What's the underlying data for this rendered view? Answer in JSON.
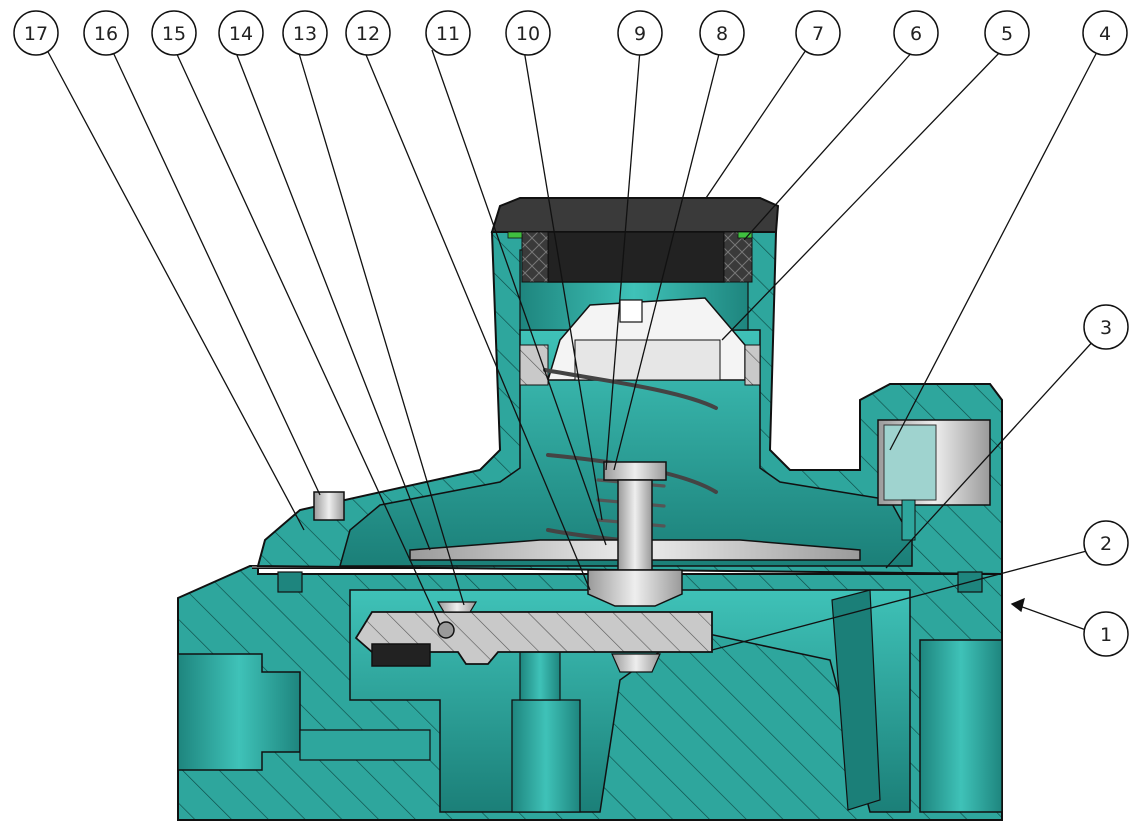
{
  "diagram": {
    "type": "exploded-section-view",
    "colors": {
      "body_fill": "#2ea69d",
      "body_dark": "#1b7f78",
      "hatch_line": "#0d4a46",
      "cap": "#3a3a3a",
      "metal": "#c9c9c9",
      "interior_white": "#f4f4f4",
      "outline": "#111111"
    },
    "callouts": [
      {
        "label": "17"
      },
      {
        "label": "16"
      },
      {
        "label": "15"
      },
      {
        "label": "14"
      },
      {
        "label": "13"
      },
      {
        "label": "12"
      },
      {
        "label": "11"
      },
      {
        "label": "10"
      },
      {
        "label": "9"
      },
      {
        "label": "8"
      },
      {
        "label": "7"
      },
      {
        "label": "6"
      },
      {
        "label": "5"
      },
      {
        "label": "4"
      },
      {
        "label": "3"
      },
      {
        "label": "2"
      },
      {
        "label": "1"
      }
    ]
  }
}
